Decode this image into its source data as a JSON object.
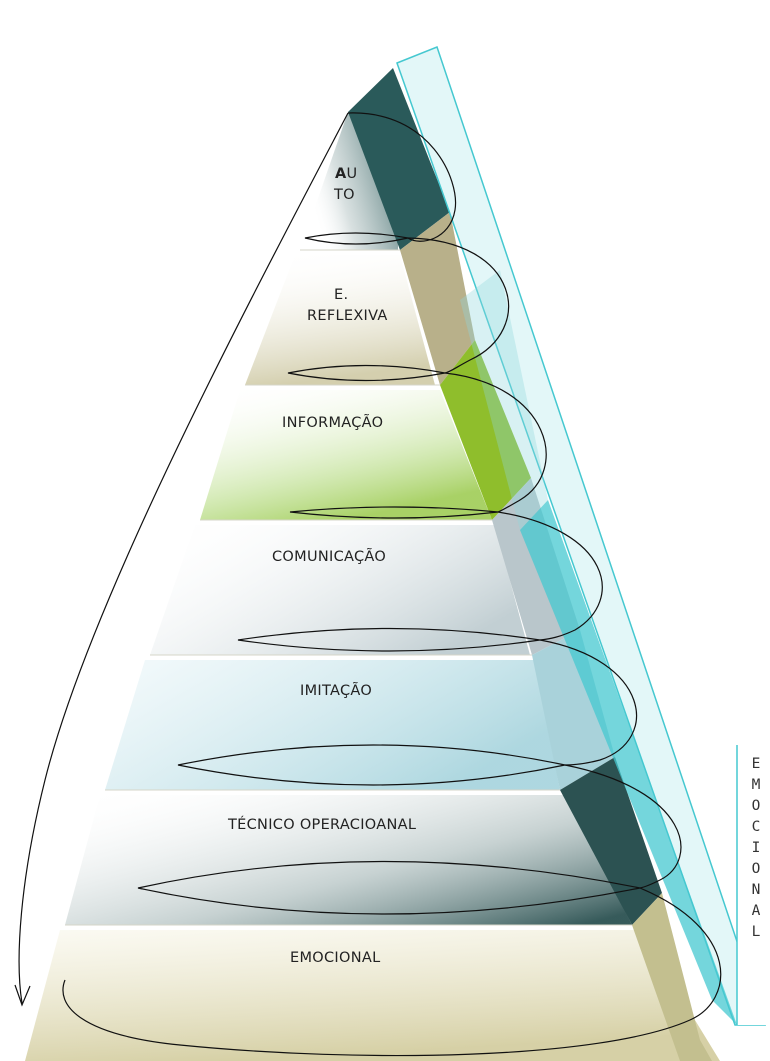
{
  "pyramid": {
    "levels": [
      {
        "id": "auto",
        "line1_strong": "A",
        "line1_rest": "U",
        "line2": "TO",
        "color": "#2a5a5a"
      },
      {
        "id": "reflexiva",
        "line1": "E.",
        "line2": "REFLEXIVA",
        "color": "#b8b08a"
      },
      {
        "id": "informacao",
        "label": "INFORMAÇÃO",
        "color": "#8fbe2c"
      },
      {
        "id": "comunicacao",
        "label": "COMUNICAÇÃO",
        "color": "#b9c6cb"
      },
      {
        "id": "imitacao",
        "label": "IMITAÇÃO",
        "color": "#a9d2da"
      },
      {
        "id": "tecnico",
        "label": "TÉCNICO OPERACIOANAL",
        "color": "#2c5252"
      },
      {
        "id": "emocional",
        "label": "EMOCIONAL",
        "color": "#c3bf8f"
      }
    ]
  },
  "side_band": {
    "letters": [
      "E",
      "M",
      "O",
      "C",
      "I",
      "O",
      "N",
      "A",
      "L"
    ],
    "color": "#45c8d0"
  }
}
